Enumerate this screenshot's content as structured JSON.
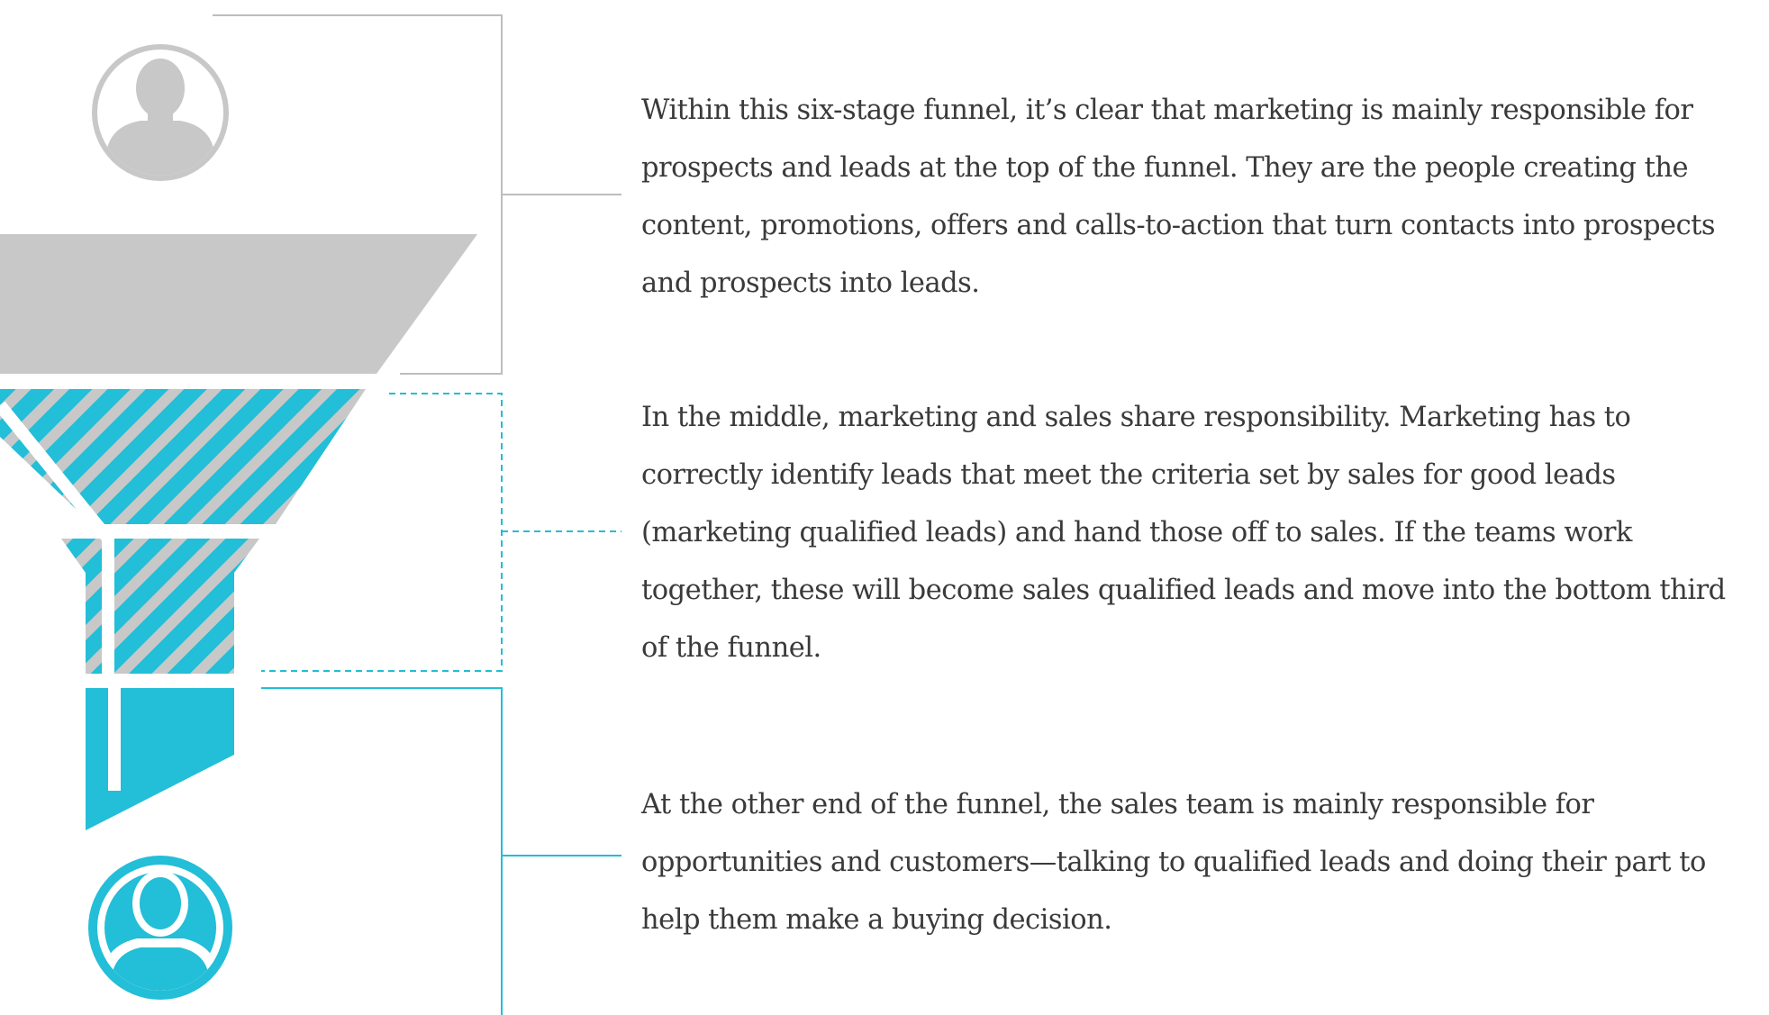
{
  "colors": {
    "marketing_gray": "#c8c8c8",
    "sales_cyan": "#23bed7",
    "text": "#3a3a3a",
    "bracket_gray": "#bdbdbd",
    "background": "#ffffff"
  },
  "icons": {
    "top": "person-icon",
    "bottom": "person-icon"
  },
  "paragraphs": {
    "top": {
      "lines": [
        "Within this six-stage funnel, it’s clear that marketing is mainly responsible for",
        "prospects and leads at the top of the funnel. They are the people creating the",
        "content, promotions, offers and calls-to-action that turn contacts into prospects",
        "and prospects into leads."
      ]
    },
    "middle": {
      "lines": [
        "In the middle, marketing and sales share responsibility. Marketing has to",
        "correctly identify leads that meet the criteria set by sales for good leads",
        "(marketing qualified leads) and hand those off to sales. If the teams work",
        "together, these will become sales qualified leads and move into the bottom third",
        "of the funnel."
      ]
    },
    "bottom": {
      "lines": [
        "At the other end of the funnel, the sales team is mainly responsible for",
        "opportunities and customers—talking to qualified leads and doing their part to",
        "help them make a buying decision."
      ]
    }
  }
}
